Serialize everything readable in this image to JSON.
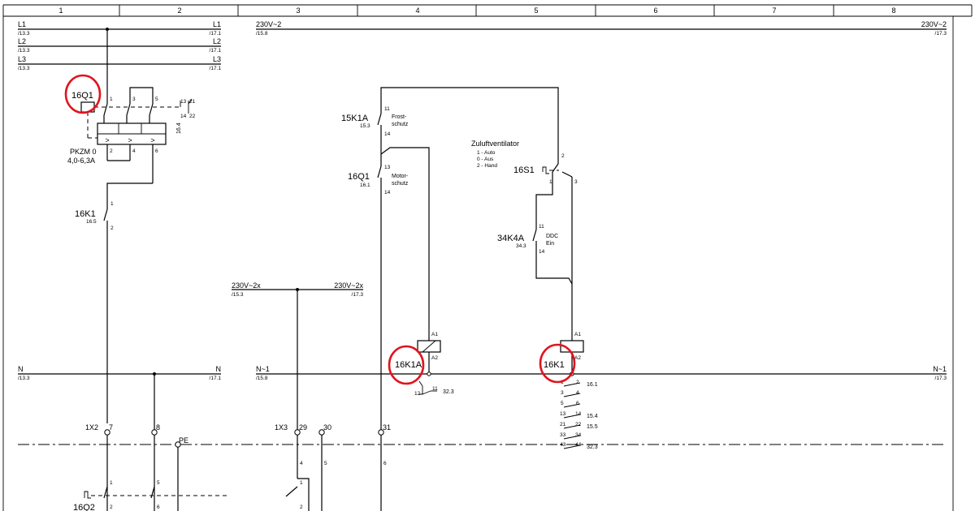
{
  "columns": [
    "1",
    "2",
    "3",
    "4",
    "5",
    "6",
    "7",
    "8"
  ],
  "rails": {
    "l1": {
      "left": "L1",
      "right": "L1",
      "left_ref": "/13.3",
      "right_ref": "/17.1"
    },
    "l2": {
      "left": "L2",
      "right": "L2",
      "left_ref": "/13.3",
      "right_ref": "/17.1"
    },
    "l3": {
      "left": "L3",
      "right": "L3",
      "left_ref": "/13.3",
      "right_ref": "/17.1"
    },
    "ctrl": {
      "left": "230V~2",
      "right": "230V~2",
      "left_ref": "/15.8",
      "right_ref": "/17.3"
    },
    "ctrl2x": {
      "left": "230V~2x",
      "right": "230V~2x",
      "left_ref": "/15.3",
      "right_ref": "/17.3"
    },
    "n": {
      "left": "N",
      "right": "N",
      "left_ref": "/13.3",
      "right_ref": "/17.1"
    },
    "n1": {
      "left": "N~1",
      "right": "N~1",
      "left_ref": "/15.8",
      "right_ref": "/17.3"
    }
  },
  "breaker": {
    "tag": "16Q1",
    "model": "PKZM 0",
    "range": "4,0-6,3A",
    "terminals_top": [
      "1",
      "3",
      "5"
    ],
    "terminals_bottom": [
      "2",
      "4",
      "6"
    ],
    "aux_left": "13",
    "aux_right": "21",
    "aux_left_b": "14",
    "aux_right_b": "22",
    "ref": "16.4",
    "trip_symbol": ">"
  },
  "contactor_main": {
    "tag": "16K1",
    "ref": "16.5",
    "top": "1",
    "bottom": "2"
  },
  "frost": {
    "tag": "15K1A",
    "ref": "15.3",
    "label1": "Frost-",
    "label2": "schutz",
    "top": "11",
    "bottom": "14"
  },
  "motorschutz": {
    "tag": "16Q1",
    "ref": "16.1",
    "label1": "Motor-",
    "label2": "schutz",
    "top": "13",
    "bottom": "14"
  },
  "fan": {
    "title": "Zuluftventilator",
    "modes": [
      "1 - Auto",
      "0 - Aus",
      "2 - Hand"
    ],
    "switch_tag": "16S1",
    "t_top": "2",
    "t_left": "1",
    "t_right": "3"
  },
  "ddc": {
    "tag": "34K4A",
    "ref": "34.3",
    "label1": "DDC",
    "label2": "Ein",
    "top": "11",
    "bottom": "14"
  },
  "coil_a": {
    "tag": "16K1A",
    "a1": "A1",
    "a2": "A2",
    "contact_a": "12",
    "contact_b": "11",
    "ref": "32.3"
  },
  "coil_b": {
    "tag": "16K1",
    "a1": "A1",
    "a2": "A2",
    "contacts": [
      {
        "a": "1",
        "b": "2",
        "ref": "16.1"
      },
      {
        "a": "3",
        "b": "4",
        "ref": ""
      },
      {
        "a": "5",
        "b": "6",
        "ref": ""
      },
      {
        "a": "13",
        "b": "14",
        "ref": "15.4"
      },
      {
        "a": "21",
        "b": "22",
        "ref": "15.5"
      },
      {
        "a": "33",
        "b": "34",
        "ref": ""
      },
      {
        "a": "43",
        "b": "44",
        "ref": "32.3"
      }
    ]
  },
  "terminals": {
    "strip_1x2": "1X2",
    "strip_1x3": "1X3",
    "t7": "7",
    "t8": "8",
    "pe": "PE",
    "t29": "29",
    "t30": "30",
    "t31": "31",
    "below_7": "1",
    "below_8": "5",
    "below_29": "4",
    "below_30": "5",
    "below_31": "6"
  },
  "bottom": {
    "tag": "16Q2",
    "t1": "2",
    "t2": "6",
    "t_sw": "1",
    "t_sw_b": "2"
  },
  "colors": {
    "ink": "#000000",
    "highlight": "#e0141e",
    "paper": "#ffffff"
  }
}
